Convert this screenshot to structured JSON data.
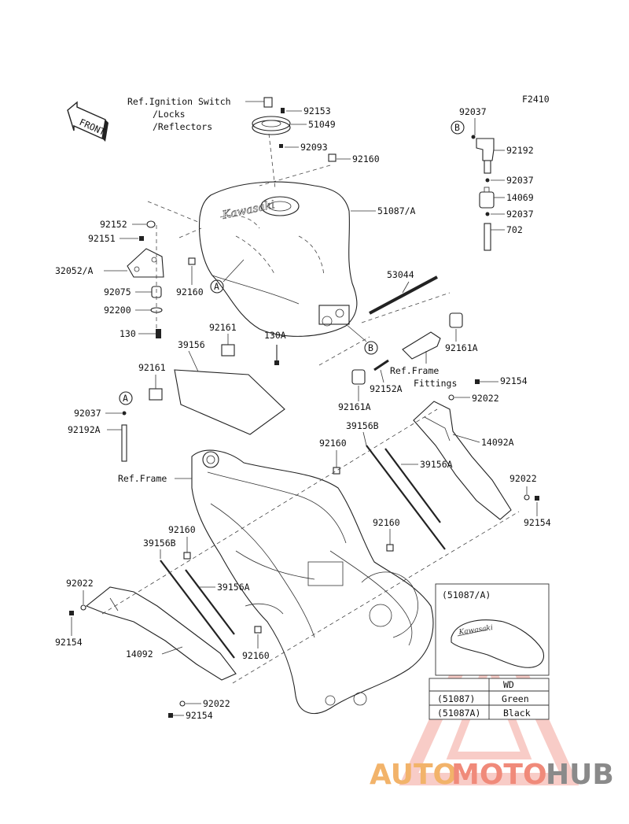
{
  "diagram": {
    "code": "F2410",
    "front_label": "FRONT",
    "refs": {
      "ignition_1": "Ref.Ignition Switch",
      "ignition_2": "/Locks",
      "ignition_3": "/Reflectors",
      "frame_fittings_1": "Ref.Frame",
      "frame_fittings_2": "Fittings",
      "frame": "Ref.Frame"
    },
    "markers": {
      "a": "A",
      "b": "B"
    },
    "parts": {
      "p92153": "92153",
      "p51049": "51049",
      "p92093": "92093",
      "p92160_top": "92160",
      "p51087a": "51087/A",
      "p92152": "92152",
      "p92151": "92151",
      "p32052a": "32052/A",
      "p92075": "92075",
      "p92200": "92200",
      "p130": "130",
      "p92160_left": "92160",
      "p92161_a": "92161",
      "p39156": "39156",
      "p130a": "130A",
      "p92161_b": "92161",
      "p53044": "53044",
      "p92161a_right": "92161A",
      "p92152a": "92152A",
      "p92161a_mid": "92161A",
      "p92154_r1": "92154",
      "p92022_r1": "92022",
      "p92037_top": "92037",
      "p92192": "92192",
      "p92037_mid": "92037",
      "p14069": "14069",
      "p92037_low": "92037",
      "p702": "702",
      "p92037_left": "92037",
      "p92192a": "92192A",
      "p39156b_top": "39156B",
      "p92160_c1": "92160",
      "p14092a": "14092A",
      "p39156a_r": "39156A",
      "p92022_r2": "92022",
      "p92154_r2": "92154",
      "p92160_c2": "92160",
      "p92160_l2": "92160",
      "p39156b_l": "39156B",
      "p39156a_l": "39156A",
      "p92022_l": "92022",
      "p92154_l": "92154",
      "p14092": "14092",
      "p92160_b": "92160",
      "p92022_b": "92022",
      "p92154_b": "92154"
    },
    "inset": {
      "title": "(51087/A)",
      "header": "WD",
      "rows": [
        {
          "part": "(51087)",
          "color": "Green"
        },
        {
          "part": "(51087A)",
          "color": "Black"
        }
      ]
    }
  },
  "watermark": {
    "part1": "AUTO",
    "part2": "MOTO",
    "part3": "HUB",
    "colors": {
      "auto": "#f2b36a",
      "moto": "#f08a7a",
      "hub": "#8a8a8a",
      "triangle": "#f3a49a"
    }
  }
}
